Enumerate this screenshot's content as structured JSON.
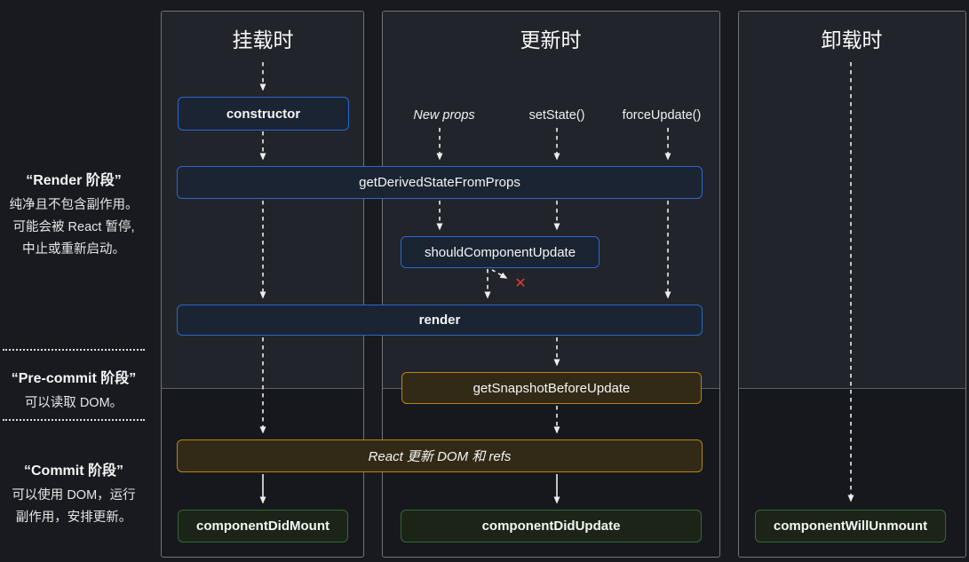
{
  "sidebar": {
    "sections": [
      {
        "title": "“Render 阶段”",
        "lines": [
          "纯净且不包含副作用。",
          "可能会被 React 暂停,",
          "中止或重新启动。"
        ]
      },
      {
        "title": "“Pre-commit 阶段”",
        "lines": [
          "可以读取 DOM。"
        ]
      },
      {
        "title": "“Commit 阶段”",
        "lines": [
          "可以使用 DOM，运行",
          "副作用，安排更新。"
        ]
      }
    ]
  },
  "columns": [
    {
      "title": "挂载时"
    },
    {
      "title": "更新时"
    },
    {
      "title": "卸载时"
    }
  ],
  "triggers": {
    "new_props": "New props",
    "set_state": "setState()",
    "force_update": "forceUpdate()"
  },
  "boxes": {
    "constructor": "constructor",
    "get_derived_state_from_props": "getDerivedStateFromProps",
    "should_component_update": "shouldComponentUpdate",
    "render": "render",
    "get_snapshot_before_update": "getSnapshotBeforeUpdate",
    "react_updates_dom": "React 更新 DOM 和 refs",
    "component_did_mount": "componentDidMount",
    "component_did_update": "componentDidUpdate",
    "component_will_unmount": "componentWillUnmount"
  },
  "icons": {
    "skip_x": "✕"
  },
  "colors": {
    "page_bg": "#191a1f",
    "panel_bg": "#17181d",
    "render_phase_bg": "#22242b",
    "panel_border": "#70737a",
    "blue_box_border": "#2a68cc",
    "blue_box_bg": "#1b2433",
    "gold_box_border": "#b8860b",
    "gold_box_bg": "#322a16",
    "green_box_border": "#2f6b33",
    "green_box_bg": "#1b2417",
    "arrow": "#eeeeee",
    "skip_x": "#e23b2e"
  }
}
